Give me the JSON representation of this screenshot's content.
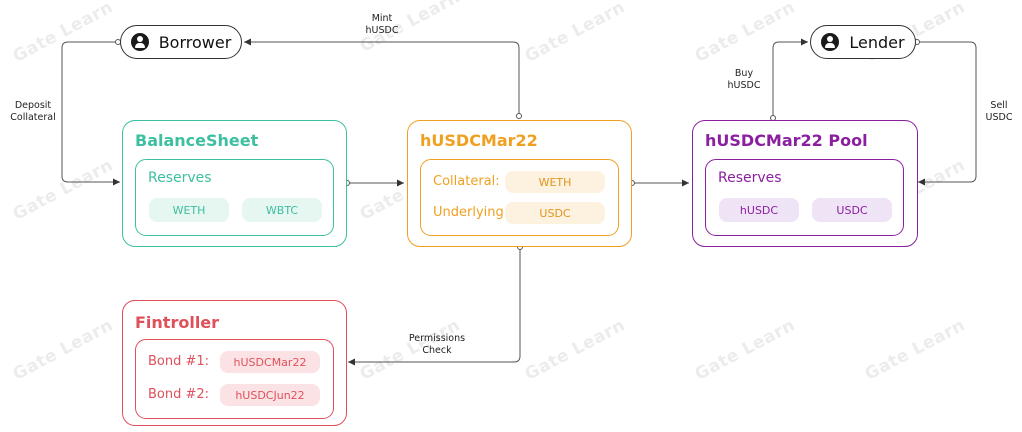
{
  "watermark": "Gate Learn",
  "actors": {
    "borrower": {
      "label": "Borrower",
      "icon": "user-icon"
    },
    "lender": {
      "label": "Lender",
      "icon": "user-icon"
    }
  },
  "balance_sheet": {
    "title": "BalanceSheet",
    "reserves_title": "Reserves",
    "reserves": [
      "WETH",
      "WBTC"
    ],
    "color": "#3dbfa0"
  },
  "hToken": {
    "title": "hUSDCMar22",
    "collateral_label": "Collateral:",
    "collateral_value": "WETH",
    "underlying_label": "Underlying:",
    "underlying_value": "USDC",
    "color": "#f0a020"
  },
  "pool": {
    "title": "hUSDCMar22 Pool",
    "reserves_title": "Reserves",
    "reserves": [
      "hUSDC",
      "USDC"
    ],
    "color": "#8a1fa0"
  },
  "fintroller": {
    "title": "Fintroller",
    "bonds": [
      {
        "label": "Bond #1:",
        "value": "hUSDCMar22"
      },
      {
        "label": "Bond #2:",
        "value": "hUSDCJun22"
      }
    ],
    "color": "#e0505a"
  },
  "edges": {
    "mint": [
      "Mint",
      "hUSDC"
    ],
    "deposit": [
      "Deposit",
      "Collateral"
    ],
    "buy": [
      "Buy",
      "hUSDC"
    ],
    "sell": [
      "Sell",
      "USDC"
    ],
    "permissions": [
      "Permissions",
      "Check"
    ]
  }
}
